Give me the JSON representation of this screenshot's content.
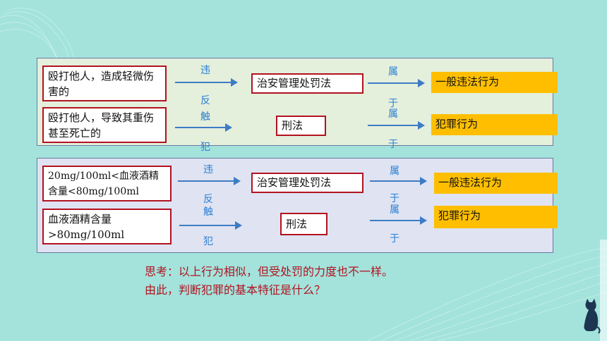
{
  "top": {
    "case1": "殴打他人，造成轻微伤害的",
    "case2": "殴打他人，导致其重伤甚至死亡的",
    "law1": "治安管理处罚法",
    "law2": "刑法",
    "result1": "一般违法行为",
    "result2": "犯罪行为"
  },
  "bottom": {
    "case1": "20mg/100ml<血液酒精含量<80mg/100ml",
    "case2": "血液酒精含量>80mg/100ml",
    "law1": "治安管理处罚法",
    "law2": "刑法",
    "result1": "一般违法行为",
    "result2": "犯罪行为"
  },
  "labels": {
    "c1": "违",
    "c2": "反",
    "c3": "触",
    "c4": "犯",
    "s1": "属",
    "s2": "于"
  },
  "question": {
    "line1": "思考：以上行为相似，但受处罚的力度也不一样。",
    "line2": "由此，判断犯罪的基本特征是什么？"
  },
  "colors": {
    "background": "#a3e3dc",
    "accent": "#ffbf00",
    "border_red": "#b2121f"
  }
}
